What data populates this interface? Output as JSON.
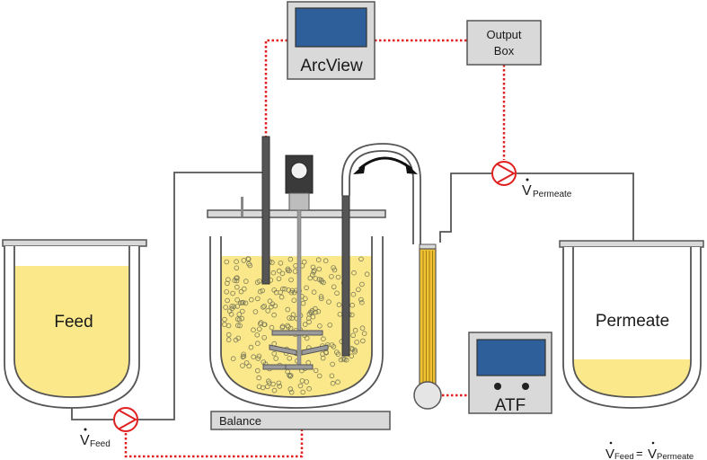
{
  "labels": {
    "arcview": "ArcView",
    "output_box_line1": "Output",
    "output_box_line2": "Box",
    "feed": "Feed",
    "permeate": "Permeate",
    "balance": "Balance",
    "atf": "ATF",
    "v_dot": "V",
    "feed_sub": "Feed",
    "permeate_sub": "Permeate",
    "equals": "="
  },
  "colors": {
    "liquid": "#fbe88a",
    "signal_line": "#e02020",
    "pump": "#e02020",
    "screen": "#2e5f9a",
    "vessel_outline": "#444444",
    "gray_panel": "#d9d9d9",
    "atf_filter": "#f1c232"
  }
}
